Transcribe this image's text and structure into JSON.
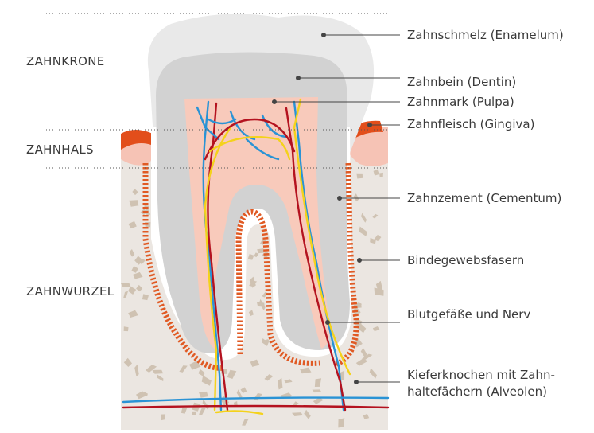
{
  "regions": {
    "crown": "ZAHNKRONE",
    "neck": "ZAHNHALS",
    "root": "ZAHNWURZEL"
  },
  "labels": {
    "enamel": "Zahnschmelz (Enamelum)",
    "dentin": "Zahnbein (Dentin)",
    "pulp": "Zahnmark (Pulpa)",
    "gingiva": "Zahnfleisch (Gingiva)",
    "cementum": "Zahnzement (Cementum)",
    "fibers": "Bindegewebsfasern",
    "vessels": "Blutgefäße und Nerv",
    "bone_line1": "Kieferknochen mit Zahn-",
    "bone_line2": "haltefächern (Alveolen)"
  },
  "colors": {
    "enamel": "#e9e9e9",
    "dentin": "#d2d2d2",
    "pulp": "#f8cabb",
    "gingiva": "#e24e1b",
    "bone_bg": "#ebe6e1",
    "bone_stone": "#cfc2b2",
    "fiber": "#e05a24",
    "artery": "#b4121f",
    "vein": "#2a93d5",
    "nerve": "#f4d21b",
    "text": "#3a3a3a"
  }
}
